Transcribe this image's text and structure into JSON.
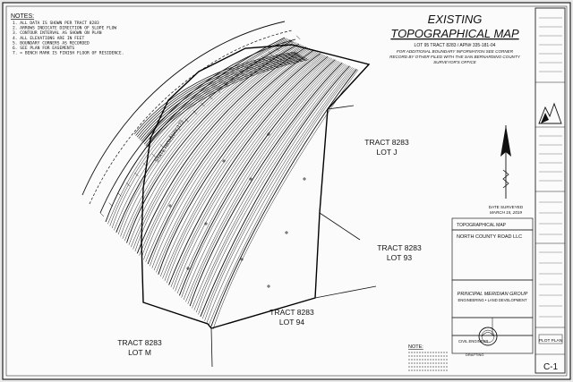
{
  "notes": {
    "heading": "NOTES:",
    "lines": [
      "1. ALL DATA IS SHOWN PER TRACT 8283",
      "2. ARROWS INDICATE DIRECTION OF SLOPE FLOW",
      "3. CONTOUR INTERVAL AS SHOWN ON PLAN",
      "4. ALL ELEVATIONS ARE IN FEET",
      "5. BOUNDARY CORNERS AS RECORDED",
      "6. SEE PLAN FOR EASEMENTS",
      "7. = BENCH MARK IS FINISH FLOOR OF RESIDENCE."
    ]
  },
  "title": {
    "line1": "EXISTING",
    "line2": "TOPOGRAPHICAL MAP",
    "ref": "LOT 95   TRACT 8283   /   APN# 335-181-04",
    "sub1": "FOR ADDITIONAL BOUNDARY INFORMATION SEE CORNER",
    "sub2": "RECORD BY OTHER FILED WITH THE SAN BERNARDINO COUNTY",
    "sub3": "SURVEYOR'S OFFICE"
  },
  "map_labels": {
    "highway": "STATE HIGHWAY 173",
    "lot_j": [
      "TRACT 8283",
      "LOT J"
    ],
    "lot_93": [
      "TRACT 8283",
      "LOT 93"
    ],
    "lot_94": [
      "TRACT 8283",
      "LOT 94"
    ],
    "lot_m": [
      "TRACT 8283",
      "LOT M"
    ]
  },
  "north": {
    "date_label": "DATE SURVEYED",
    "date_value": "MARCH 15, 2019"
  },
  "panels": {
    "topo_title": "TOPOGRAPHICAL MAP",
    "client_title": "NORTH COUNTY ROAD LLC",
    "firm_title": "PRINCIPAL MERIDIAN GROUP",
    "firm_sub": "ENGINEERING • LAND DEVELOPMENT",
    "civil_engineer": "CIVIL ENGINEER",
    "drafting": "DRAFTING",
    "bottom_note": "NOTE:"
  },
  "title_block": {
    "plot_plan": "PLOT PLAN",
    "sheet_no": "C-1"
  },
  "colors": {
    "ink": "#111111",
    "paper": "#fbfbfb",
    "background": "#e9e9e9"
  }
}
